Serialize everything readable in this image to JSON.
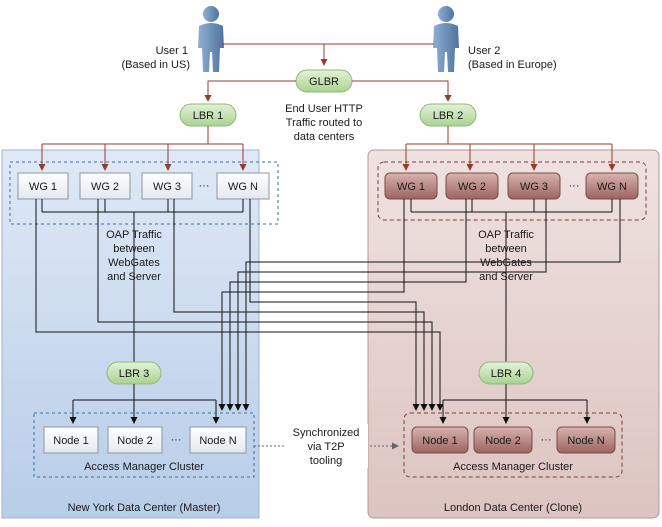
{
  "users": [
    {
      "line1": "User 1",
      "line2": "(Based in US)"
    },
    {
      "line1": "User 2",
      "line2": "(Based in Europe)"
    }
  ],
  "glbr": "GLBR",
  "traffic_note": [
    "End User HTTP",
    "Traffic routed to",
    "data centers"
  ],
  "left_dc": {
    "lbr_top": "LBR 1",
    "webgates": [
      "WG 1",
      "WG 2",
      "WG 3",
      "WG N"
    ],
    "ellipsis": "···",
    "oap_note": [
      "OAP Traffic",
      "between",
      "WebGates",
      "and Server"
    ],
    "lbr_bottom": "LBR 3",
    "nodes": [
      "Node 1",
      "Node 2",
      "Node N"
    ],
    "cluster_label": "Access Manager Cluster",
    "label": "New York Data Center (Master)"
  },
  "right_dc": {
    "lbr_top": "LBR 2",
    "webgates": [
      "WG 1",
      "WG 2",
      "WG 3",
      "WG N"
    ],
    "ellipsis": "···",
    "oap_note": [
      "OAP Traffic",
      "between",
      "WebGates",
      "and Server"
    ],
    "lbr_bottom": "LBR 4",
    "nodes": [
      "Node 1",
      "Node 2",
      "Node N"
    ],
    "cluster_label": "Access Manager Cluster",
    "label": "London Data Center (Clone)"
  },
  "sync_note": [
    "Synchronized",
    "via T2P",
    "tooling"
  ],
  "colors": {
    "left_bg": "#c9daef",
    "right_bg": "#e6d3d1",
    "line": "#9a3a2c",
    "lbr_fill": "#c6e3b4",
    "wg_right_fill": "#b07f7b",
    "user_icon": "#6c8fb5"
  }
}
